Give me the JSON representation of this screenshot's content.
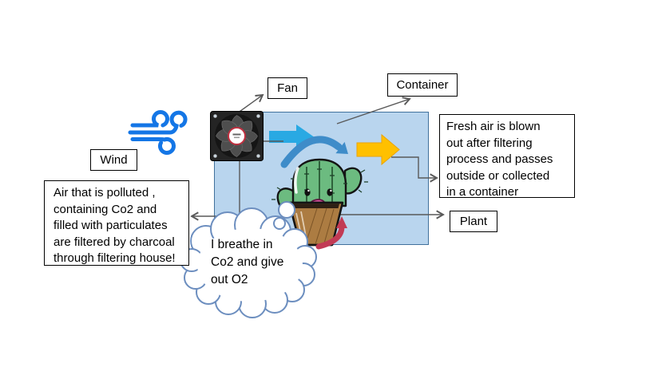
{
  "labels": {
    "fan": "Fan",
    "container": "Container",
    "wind": "Wind",
    "plant": "Plant"
  },
  "textboxes": {
    "polluted_lines": [
      "Air that is polluted ,",
      "containing Co2 and",
      "filled with particulates",
      "are filtered by charcoal",
      "through filtering house!"
    ],
    "fresh_lines": [
      "Fresh air is blown",
      "out after filtering",
      "process and passes",
      "outside or collected",
      "in a container"
    ]
  },
  "thought": {
    "lines": [
      "I breathe in",
      "Co2 and give",
      "out O2"
    ]
  },
  "icons": {
    "wind": "wind-icon",
    "fan": "fan-image",
    "intake_arrow": "blue-right-arrow-icon",
    "circulation_arrow": "blue-curved-arrow-icon",
    "outflow_arrow": "yellow-right-arrow-icon",
    "exchange_arrow": "red-curved-arrow-icon",
    "plant": "cactus-illustration",
    "thought_bubble": "thought-cloud-icon"
  },
  "colors": {
    "container_fill": "#B9D5EE",
    "container_border": "#41719C",
    "blue_arrow": "#29A9E3",
    "curve_arrow": "#3E8CC9",
    "yellow_arrow": "#FFC000",
    "yellow_arrow_border": "#ECA400",
    "red_arrow": "#C23B55",
    "wind_blue": "#1476E6",
    "connector": "#595959",
    "cloud_stroke": "#6C8EBF",
    "cactus_green": "#6CBB80",
    "cactus_dark": "#23522F",
    "pot_brown": "#AC7C42",
    "soil": "#2E2014",
    "mouth_pink": "#DB55A0"
  }
}
